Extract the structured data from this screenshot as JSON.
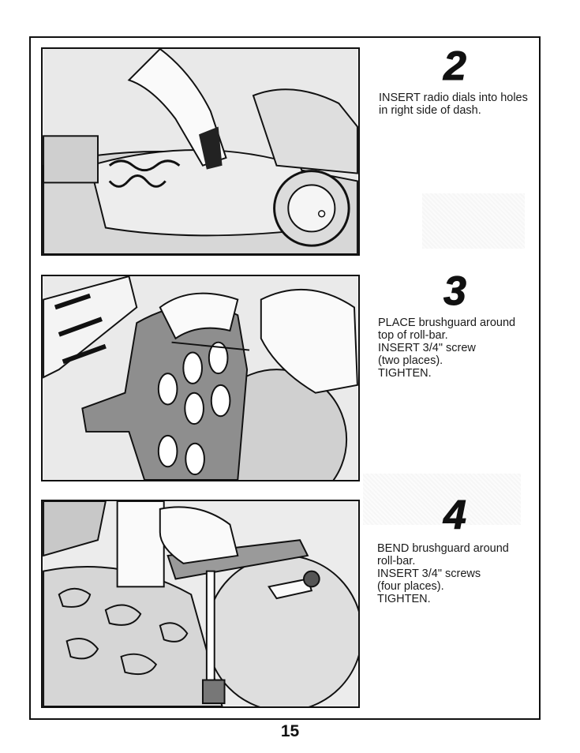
{
  "steps": [
    {
      "number": "2",
      "lines": [
        "INSERT radio dials into holes",
        "in right side of dash."
      ],
      "figure": "radio-dial-illustration"
    },
    {
      "number": "3",
      "lines": [
        "PLACE brushguard around",
        "top of roll-bar.",
        "INSERT 3/4\" screw",
        "(two places).",
        "TIGHTEN."
      ],
      "figure": "brushguard-illustration"
    },
    {
      "number": "4",
      "lines": [
        "BEND brushguard around",
        "roll-bar.",
        "INSERT 3/4\" screws",
        "(four places).",
        "TIGHTEN."
      ],
      "figure": "screwdriver-illustration"
    }
  ],
  "page_number": "15"
}
